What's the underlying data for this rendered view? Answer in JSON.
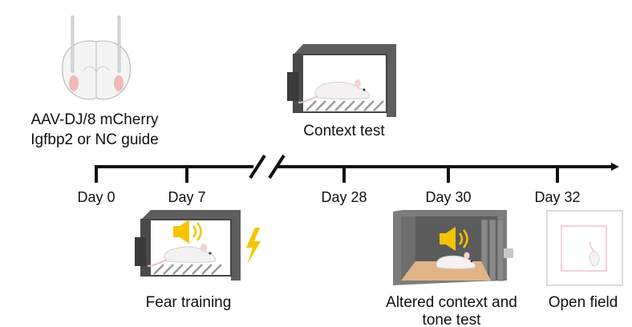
{
  "injection": {
    "line1": "AAV-DJ/8 mCherry",
    "line2": "Igfbp2 or NC guide"
  },
  "timeline": {
    "days": [
      "Day 0",
      "Day 7",
      "Day 28",
      "Day 30",
      "Day 32"
    ]
  },
  "tests": {
    "context_test": "Context test",
    "fear_training": "Fear training",
    "altered_line1": "Altered context and",
    "altered_line2": "tone test",
    "open_field": "Open field"
  }
}
